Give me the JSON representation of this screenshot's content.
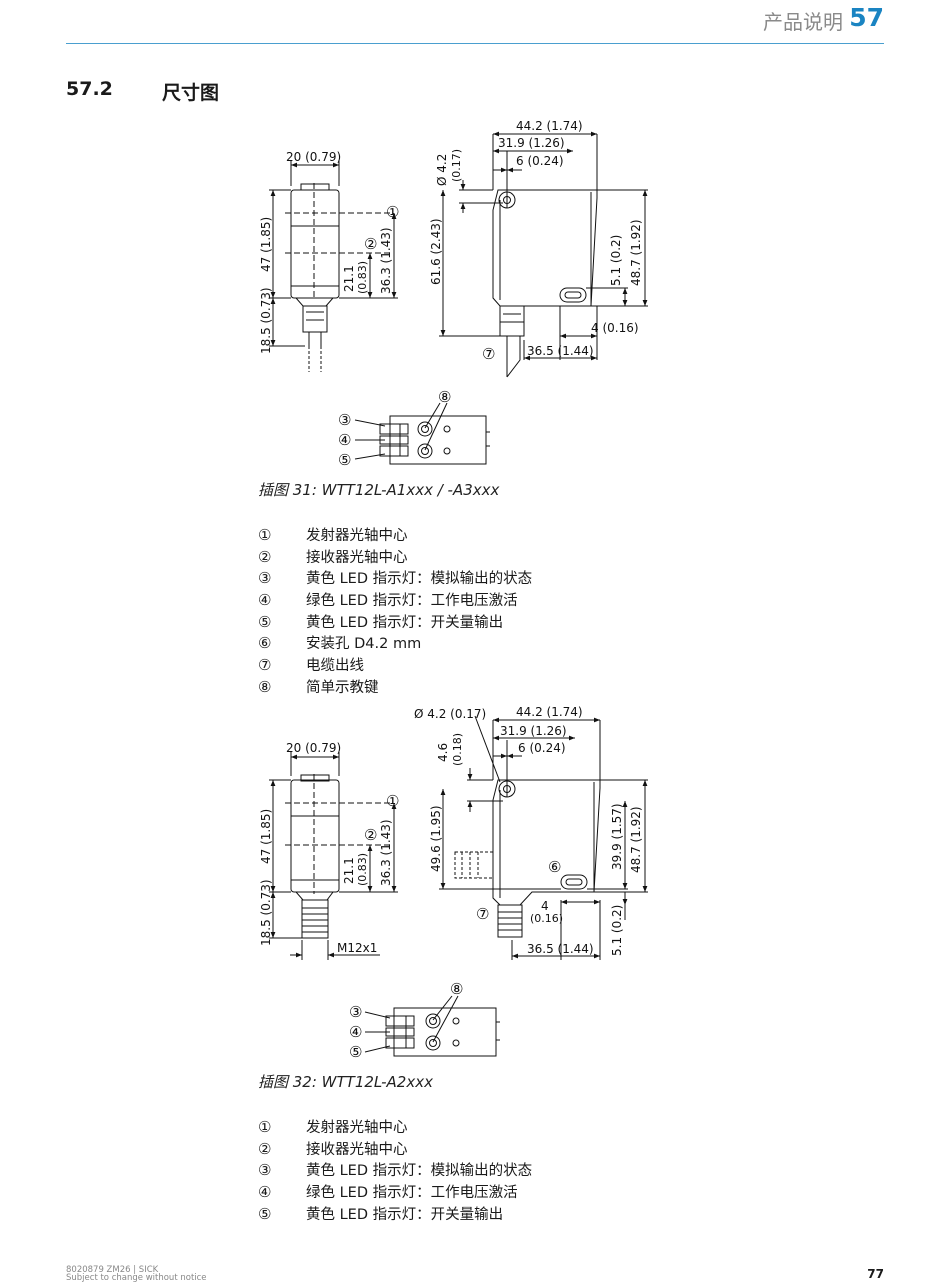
{
  "header": {
    "title": "产品说明",
    "chapter": "57"
  },
  "section": {
    "number": "57.2",
    "title": "尺寸图"
  },
  "figure1": {
    "caption": "插图 31: WTT12L-A1xxx / -A3xxx",
    "dims": {
      "width_front": "20 (0.79)",
      "h47": "47 (1.85)",
      "h185": "18.5 (0.73)",
      "h211a": "21.1",
      "h211b": "(0.83)",
      "h363": "36.3 (1.43)",
      "w442": "44.2 (1.74)",
      "w319": "31.9 (1.26)",
      "w6": "6 (0.24)",
      "dia_a": "Ø 4.2",
      "dia_b": "(0.17)",
      "h616": "61.6 (2.43)",
      "h51": "5.1 (0.2)",
      "h487": "48.7 (1.92)",
      "w4": "4 (0.16)",
      "w365": "36.5 (1.44)"
    }
  },
  "figure2": {
    "caption": "插图 32: WTT12L-A2xxx",
    "dims": {
      "dia": "Ø 4.2 (0.17)",
      "w442": "44.2 (1.74)",
      "w319": "31.9 (1.26)",
      "w6": "6 (0.24)",
      "h46a": "4.6",
      "h46b": "(0.18)",
      "width_front": "20 (0.79)",
      "h47": "47 (1.85)",
      "h185": "18.5 (0.73)",
      "h211a": "21.1",
      "h211b": "(0.83)",
      "h363": "36.3 (1.43)",
      "h496": "49.6 (1.95)",
      "h399": "39.9 (1.57)",
      "h487": "48.7 (1.92)",
      "w4a": "4",
      "w4b": "(0.16)",
      "h51": "5.1 (0.2)",
      "w365": "36.5 (1.44)",
      "thread": "M12x1"
    }
  },
  "markers": {
    "m1": "①",
    "m2": "②",
    "m3": "③",
    "m4": "④",
    "m5": "⑤",
    "m6": "⑥",
    "m7": "⑦",
    "m8": "⑧"
  },
  "legend1": [
    {
      "marker": "①",
      "text": "发射器光轴中心"
    },
    {
      "marker": "②",
      "text": "接收器光轴中心"
    },
    {
      "marker": "③",
      "text": "黄色 LED 指示灯：模拟输出的状态"
    },
    {
      "marker": "④",
      "text": "绿色 LED 指示灯：工作电压激活"
    },
    {
      "marker": "⑤",
      "text": "黄色 LED 指示灯：开关量输出"
    },
    {
      "marker": "⑥",
      "text": "安装孔 D4.2 mm"
    },
    {
      "marker": "⑦",
      "text": "电缆出线"
    },
    {
      "marker": "⑧",
      "text": "简单示教键"
    }
  ],
  "legend2": [
    {
      "marker": "①",
      "text": "发射器光轴中心"
    },
    {
      "marker": "②",
      "text": "接收器光轴中心"
    },
    {
      "marker": "③",
      "text": "黄色 LED 指示灯：模拟输出的状态"
    },
    {
      "marker": "④",
      "text": "绿色 LED 指示灯：工作电压激活"
    },
    {
      "marker": "⑤",
      "text": "黄色 LED 指示灯：开关量输出"
    }
  ],
  "footer": {
    "line1": "8020879 ZM26 | SICK",
    "line2": "Subject to change without notice",
    "page": "77"
  }
}
